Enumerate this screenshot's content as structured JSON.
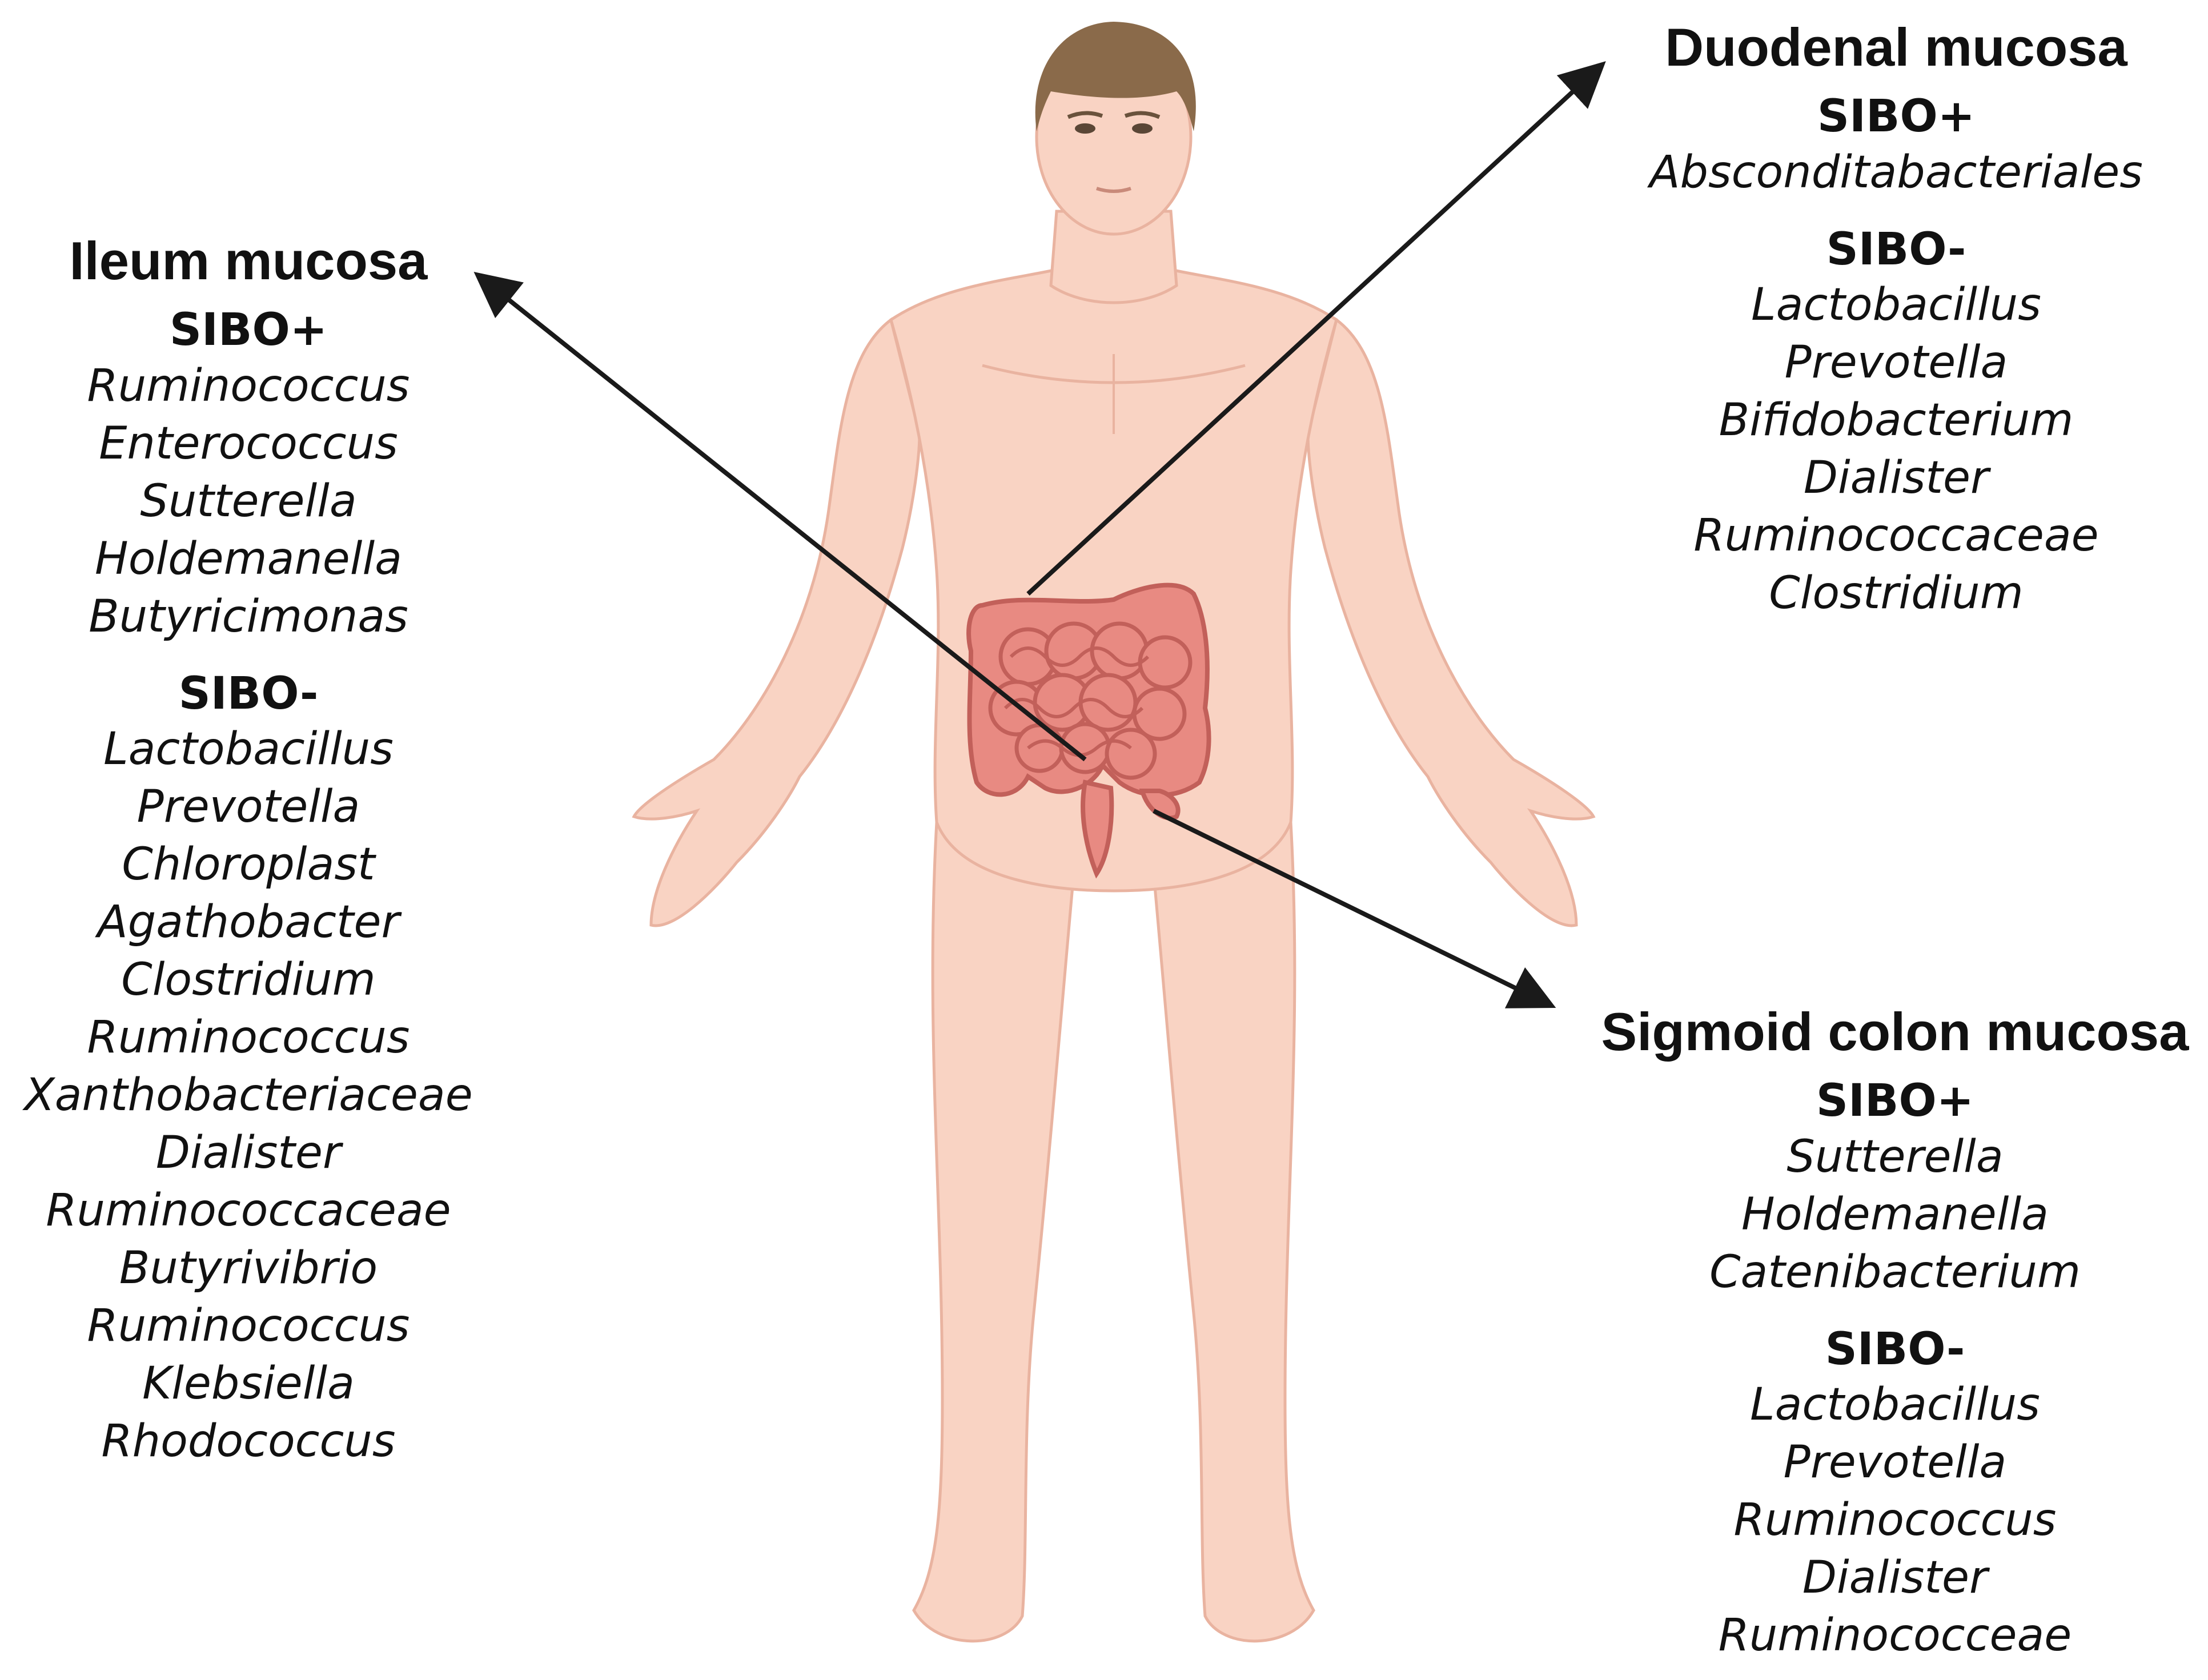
{
  "colors": {
    "skin": "#f9d3c3",
    "skin_outline": "#e9b3a0",
    "hair": "#8a6a4a",
    "intestine": "#e88a82",
    "intestine_outline": "#c2605a",
    "arrow": "#1a1a1a",
    "text": "#111111"
  },
  "illustration": {
    "subject": "human body front view with intestines",
    "icons": [
      "human-body-icon",
      "intestines-icon"
    ]
  },
  "panels": {
    "ileum": {
      "title": "Ileum mucosa",
      "groups": [
        {
          "label": "SIBO+",
          "taxa": [
            "Ruminococcus",
            "Enterococcus",
            "Sutterella",
            "Holdemanella",
            "Butyricimonas"
          ]
        },
        {
          "label": "SIBO-",
          "taxa": [
            "Lactobacillus",
            "Prevotella",
            "Chloroplast",
            "Agathobacter",
            "Clostridium",
            "Ruminococcus",
            "Xanthobacteriaceae",
            "Dialister",
            "Ruminococcaceae",
            "Butyrivibrio",
            "Ruminococcus",
            "Klebsiella",
            "Rhodococcus"
          ]
        }
      ]
    },
    "duodenum": {
      "title": "Duodenal mucosa",
      "groups": [
        {
          "label": "SIBO+",
          "taxa": [
            "Absconditabacteriales"
          ]
        },
        {
          "label": "SIBO-",
          "taxa": [
            "Lactobacillus",
            "Prevotella",
            "Bifidobacterium",
            "Dialister",
            "Ruminococcaceae",
            "Clostridium"
          ]
        }
      ]
    },
    "sigmoid": {
      "title": "Sigmoid colon mucosa",
      "groups": [
        {
          "label": "SIBO+",
          "taxa": [
            "Sutterella",
            "Holdemanella",
            "Catenibacterium"
          ]
        },
        {
          "label": "SIBO-",
          "taxa": [
            "Lactobacillus",
            "Prevotella",
            "Ruminococcus",
            "Dialister",
            "Ruminococceae"
          ]
        }
      ]
    }
  }
}
